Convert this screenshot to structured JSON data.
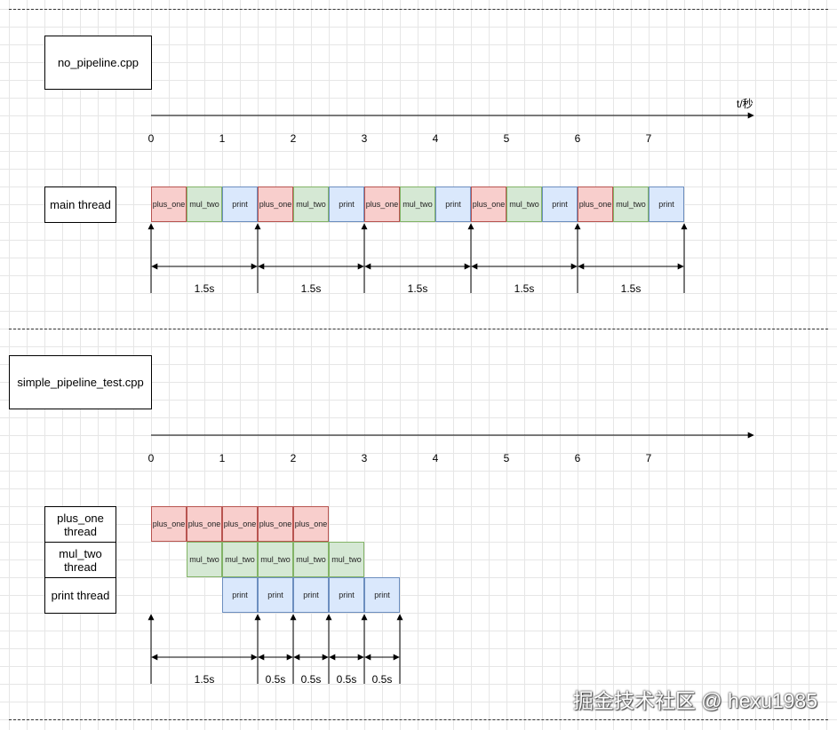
{
  "section1": {
    "title": "no_pipeline.cpp",
    "axis_unit": "t/秒",
    "ticks": [
      "0",
      "1",
      "2",
      "3",
      "4",
      "5",
      "6",
      "7"
    ],
    "thread_label": "main thread",
    "steps": [
      "plus_one",
      "mul_two",
      "print",
      "plus_one",
      "mul_two",
      "print",
      "plus_one",
      "mul_two",
      "print",
      "plus_one",
      "mul_two",
      "print",
      "plus_one",
      "mul_two",
      "print"
    ],
    "durations": [
      "1.5s",
      "1.5s",
      "1.5s",
      "1.5s",
      "1.5s"
    ]
  },
  "section2": {
    "title": "simple_pipeline_test.cpp",
    "ticks": [
      "0",
      "1",
      "2",
      "3",
      "4",
      "5",
      "6",
      "7"
    ],
    "threads": [
      {
        "label": "plus_one thread",
        "steps": [
          "plus_one",
          "plus_one",
          "plus_one",
          "plus_one",
          "plus_one"
        ]
      },
      {
        "label": "mul_two thread",
        "steps": [
          "mul_two",
          "mul_two",
          "mul_two",
          "mul_two",
          "mul_two"
        ]
      },
      {
        "label": "print thread",
        "steps": [
          "print",
          "print",
          "print",
          "print",
          "print"
        ]
      }
    ],
    "durations": [
      "1.5s",
      "0.5s",
      "0.5s",
      "0.5s",
      "0.5s"
    ]
  },
  "watermark": "掘金技术社区 @ hexu1985",
  "colors": {
    "plus_one_fill": "#f8cecc",
    "plus_one_stroke": "#b85450",
    "mul_two_fill": "#d5e8d4",
    "mul_two_stroke": "#82b366",
    "print_fill": "#dae8fc",
    "print_stroke": "#6c8ebf"
  }
}
